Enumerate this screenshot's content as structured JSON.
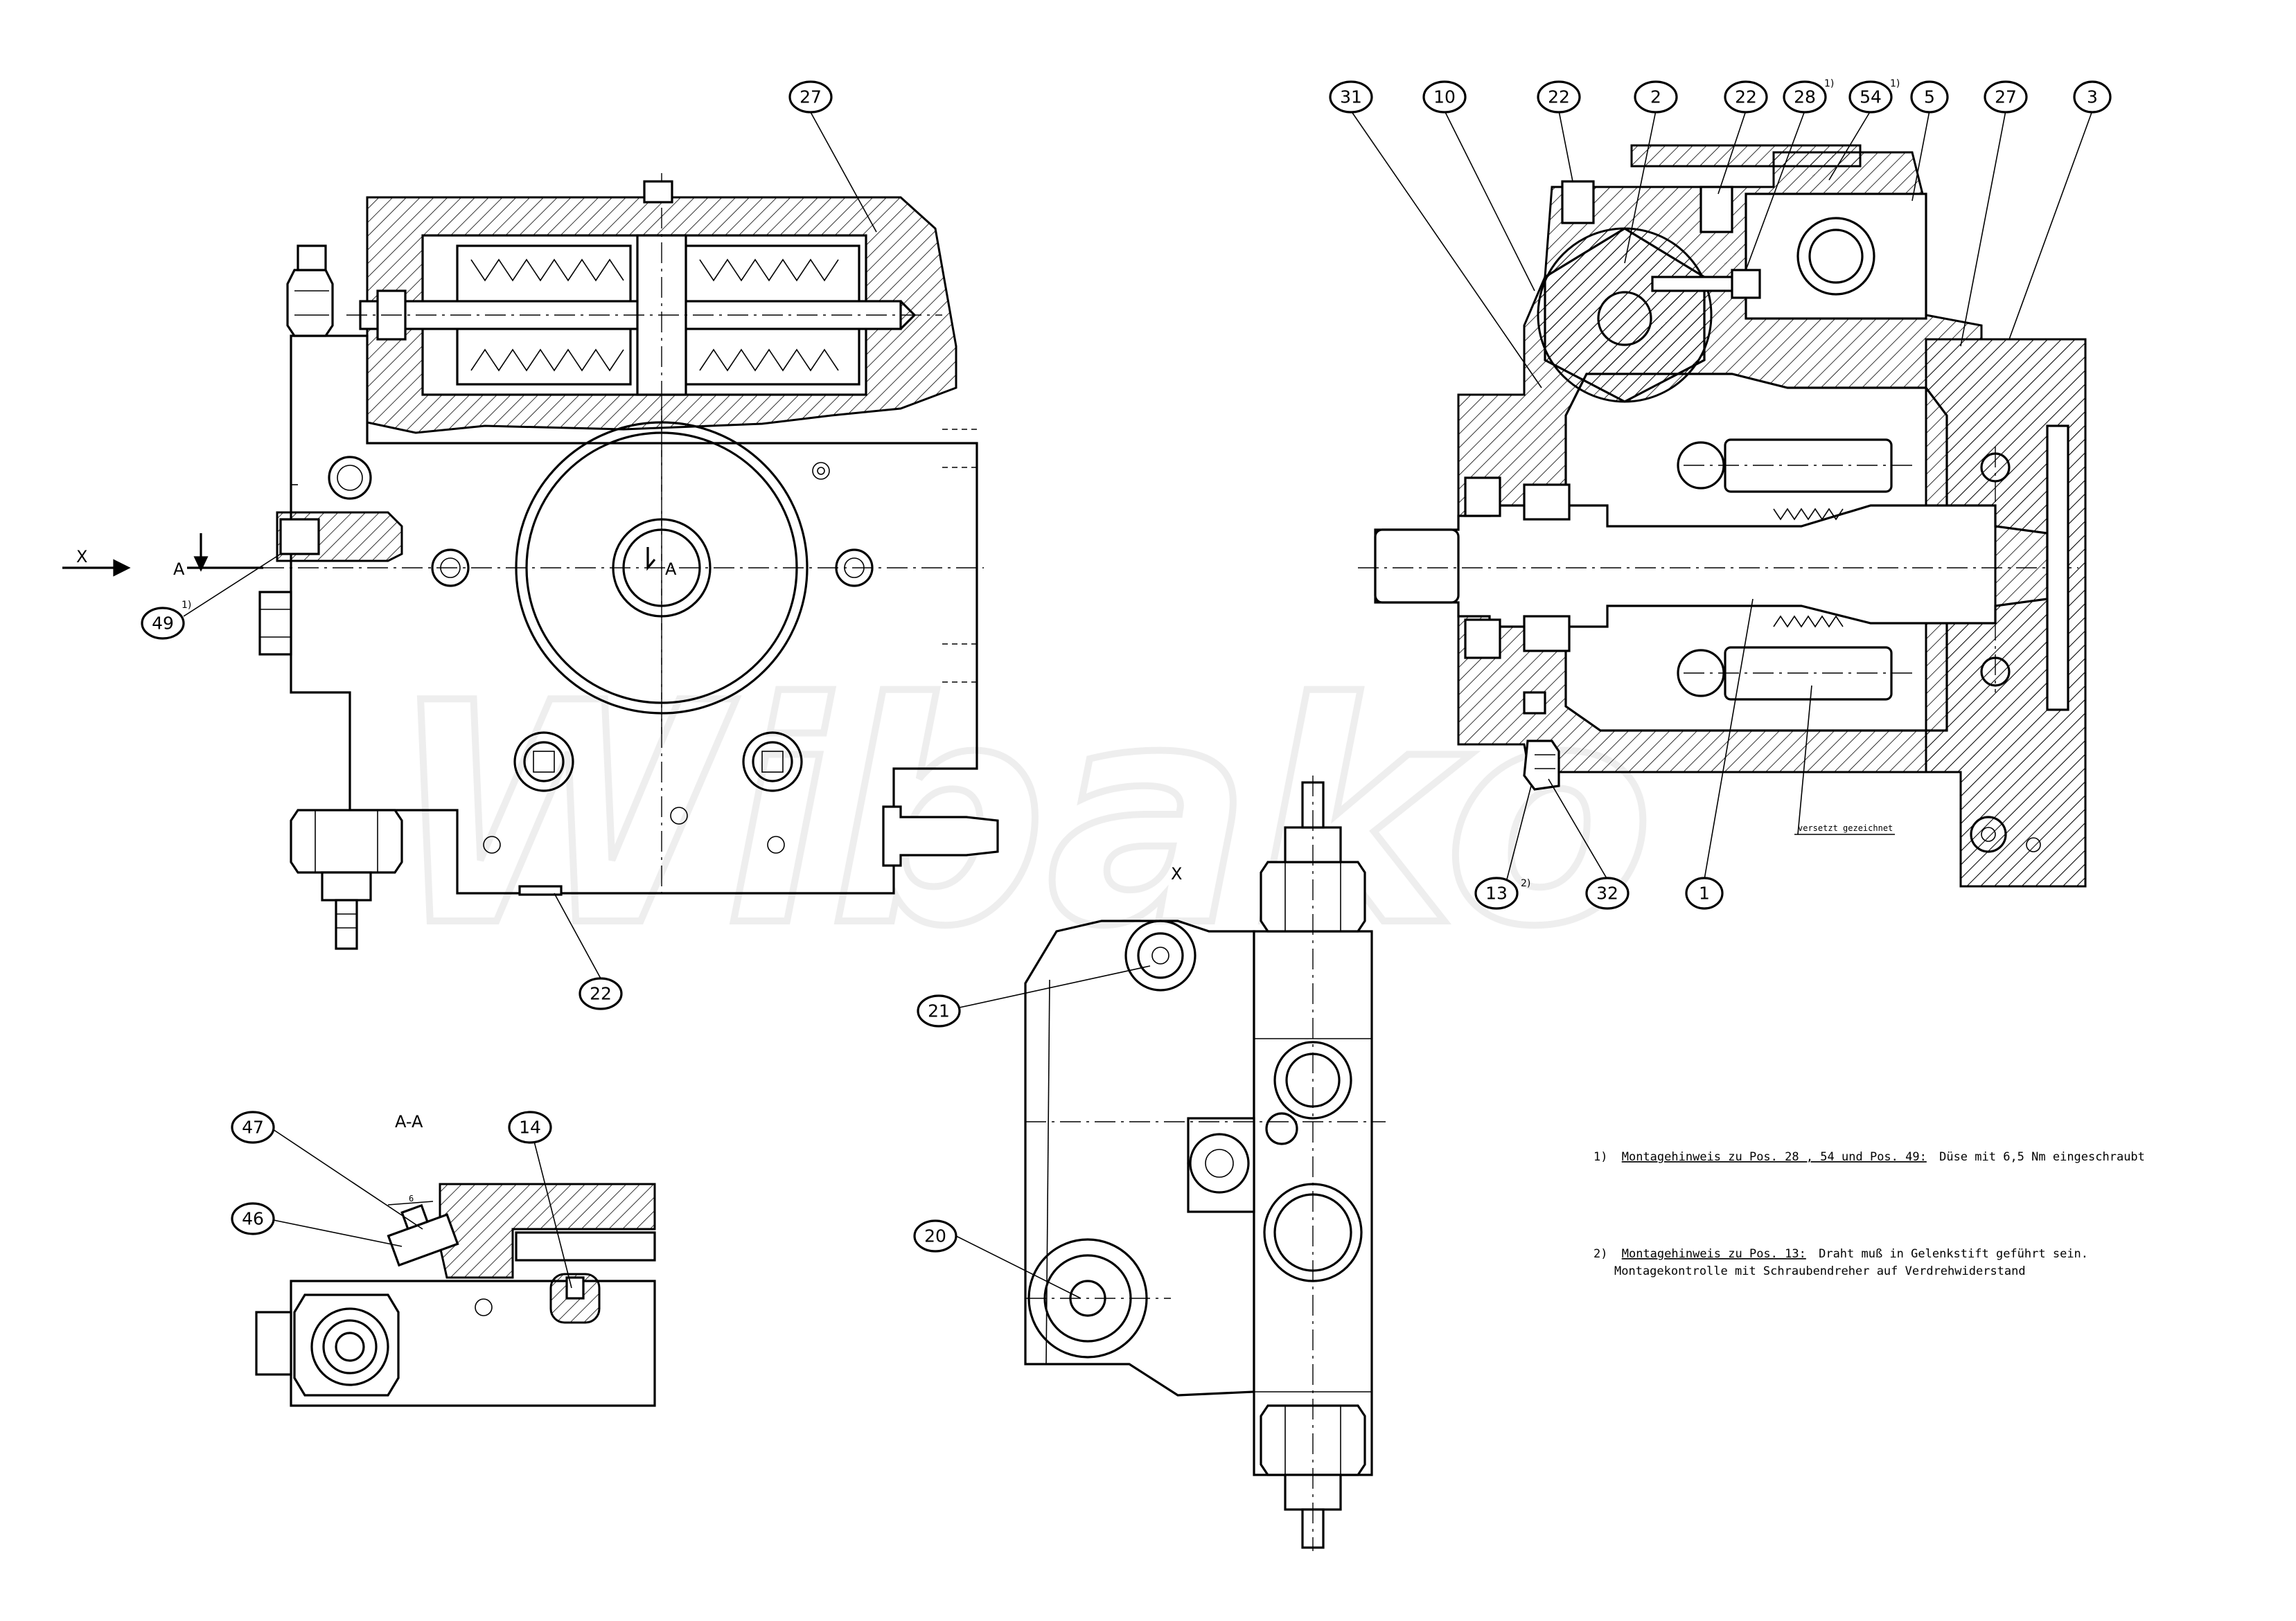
{
  "watermark": "Wibako",
  "views": {
    "section_aa": "A-A",
    "view_x": "X",
    "arrow_x": "X",
    "cut_a": "A",
    "center_a": "A"
  },
  "callouts": [
    {
      "id": "c27a",
      "label": "27",
      "sup": ""
    },
    {
      "id": "c49",
      "label": "49",
      "sup": "1)"
    },
    {
      "id": "c22a",
      "label": "22",
      "sup": ""
    },
    {
      "id": "c31",
      "label": "31",
      "sup": ""
    },
    {
      "id": "c10",
      "label": "10",
      "sup": ""
    },
    {
      "id": "c22b",
      "label": "22",
      "sup": ""
    },
    {
      "id": "c2",
      "label": "2",
      "sup": ""
    },
    {
      "id": "c22c",
      "label": "22",
      "sup": ""
    },
    {
      "id": "c28",
      "label": "28",
      "sup": "1)"
    },
    {
      "id": "c54",
      "label": "54",
      "sup": "1)"
    },
    {
      "id": "c5",
      "label": "5",
      "sup": ""
    },
    {
      "id": "c27b",
      "label": "27",
      "sup": ""
    },
    {
      "id": "c3",
      "label": "3",
      "sup": ""
    },
    {
      "id": "c13",
      "label": "13",
      "sup": "2)"
    },
    {
      "id": "c32",
      "label": "32",
      "sup": ""
    },
    {
      "id": "c1",
      "label": "1",
      "sup": ""
    },
    {
      "id": "c21",
      "label": "21",
      "sup": ""
    },
    {
      "id": "c20",
      "label": "20",
      "sup": ""
    },
    {
      "id": "c47",
      "label": "47",
      "sup": ""
    },
    {
      "id": "c46",
      "label": "46",
      "sup": ""
    },
    {
      "id": "c14",
      "label": "14",
      "sup": ""
    }
  ],
  "annotation_offset": "versetzt gezeichnet",
  "dim_6": "6",
  "notes": {
    "note1_prefix": "1)",
    "note1_underlined": "Montagehinweis zu Pos. 28 , 54 und Pos. 49:",
    "note1_text": "Düse mit 6,5 Nm eingeschraubt",
    "note2_prefix": "2)",
    "note2_underlined": "Montagehinweis zu Pos. 13:",
    "note2_text": "Draht muß in Gelenkstift geführt sein.",
    "note2_line2": "Montagekontrolle mit Schraubendreher auf Verdrehwiderstand"
  }
}
